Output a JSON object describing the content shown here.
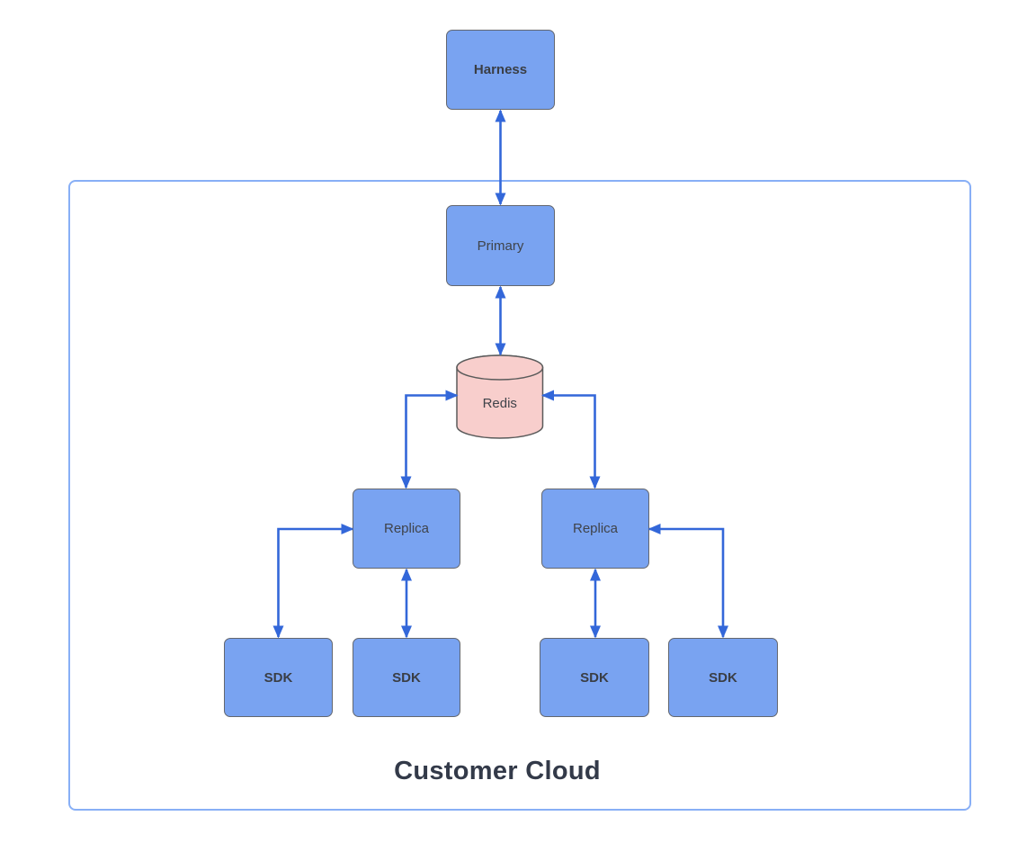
{
  "diagram": {
    "title": {
      "label": "Customer Cloud"
    },
    "nodes": {
      "harness": {
        "label": "Harness",
        "shape": "rectangle",
        "fill": "#79A3F1"
      },
      "primary": {
        "label": "Primary",
        "shape": "rectangle",
        "fill": "#79A3F1"
      },
      "redis": {
        "label": "Redis",
        "shape": "cylinder",
        "fill": "#F8CECC"
      },
      "replica_left": {
        "label": "Replica",
        "shape": "rectangle",
        "fill": "#79A3F1"
      },
      "replica_right": {
        "label": "Replica",
        "shape": "rectangle",
        "fill": "#79A3F1"
      },
      "sdk_a": {
        "label": "SDK",
        "shape": "rectangle",
        "fill": "#79A3F1"
      },
      "sdk_b": {
        "label": "SDK",
        "shape": "rectangle",
        "fill": "#79A3F1"
      },
      "sdk_c": {
        "label": "SDK",
        "shape": "rectangle",
        "fill": "#79A3F1"
      },
      "sdk_d": {
        "label": "SDK",
        "shape": "rectangle",
        "fill": "#79A3F1"
      }
    },
    "edges": [
      {
        "from": "harness",
        "to": "primary",
        "direction": "bidirectional",
        "style": "straight"
      },
      {
        "from": "primary",
        "to": "redis",
        "direction": "bidirectional",
        "style": "straight"
      },
      {
        "from": "redis",
        "to": "replica_left",
        "direction": "bidirectional",
        "style": "elbow"
      },
      {
        "from": "redis",
        "to": "replica_right",
        "direction": "bidirectional",
        "style": "elbow"
      },
      {
        "from": "replica_left",
        "to": "sdk_a",
        "direction": "bidirectional",
        "style": "elbow"
      },
      {
        "from": "replica_left",
        "to": "sdk_b",
        "direction": "bidirectional",
        "style": "straight"
      },
      {
        "from": "replica_right",
        "to": "sdk_c",
        "direction": "bidirectional",
        "style": "straight"
      },
      {
        "from": "replica_right",
        "to": "sdk_d",
        "direction": "bidirectional",
        "style": "elbow"
      }
    ],
    "colors": {
      "node_fill": "#79A3F1",
      "node_border": "#63676F",
      "redis_fill": "#F8CECC",
      "redis_border": "#5B5B5B",
      "connector": "#3367D9",
      "container_border": "#88AFF6",
      "label_text": "#3F434A",
      "title_text": "#333A49"
    }
  }
}
